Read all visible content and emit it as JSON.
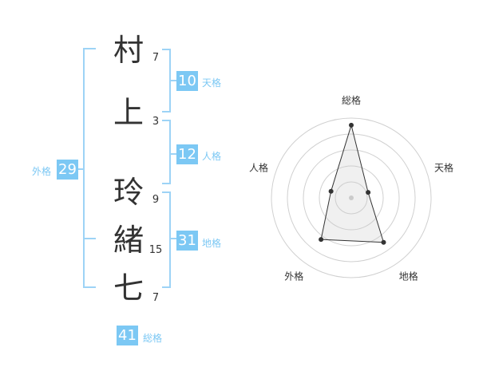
{
  "name_chars": [
    {
      "char": "村",
      "strokes": "7"
    },
    {
      "char": "上",
      "strokes": "3"
    },
    {
      "char": "玲",
      "strokes": "9"
    },
    {
      "char": "緒",
      "strokes": "15"
    },
    {
      "char": "七",
      "strokes": "7"
    }
  ],
  "fortunes": {
    "ten": {
      "label": "天格",
      "value": "10"
    },
    "jin": {
      "label": "人格",
      "value": "12"
    },
    "chi": {
      "label": "地格",
      "value": "31"
    },
    "gai": {
      "label": "外格",
      "value": "29"
    },
    "sou": {
      "label": "総格",
      "value": "41"
    }
  },
  "colors": {
    "accent": "#7cc8f4",
    "bracket": "#9dd3f6",
    "text": "#333333"
  },
  "chart_data": {
    "type": "radar",
    "axes": [
      "総格",
      "天格",
      "地格",
      "外格",
      "人格"
    ],
    "values": [
      41,
      10,
      31,
      29,
      12
    ],
    "rmax": 45,
    "rings": 5
  }
}
